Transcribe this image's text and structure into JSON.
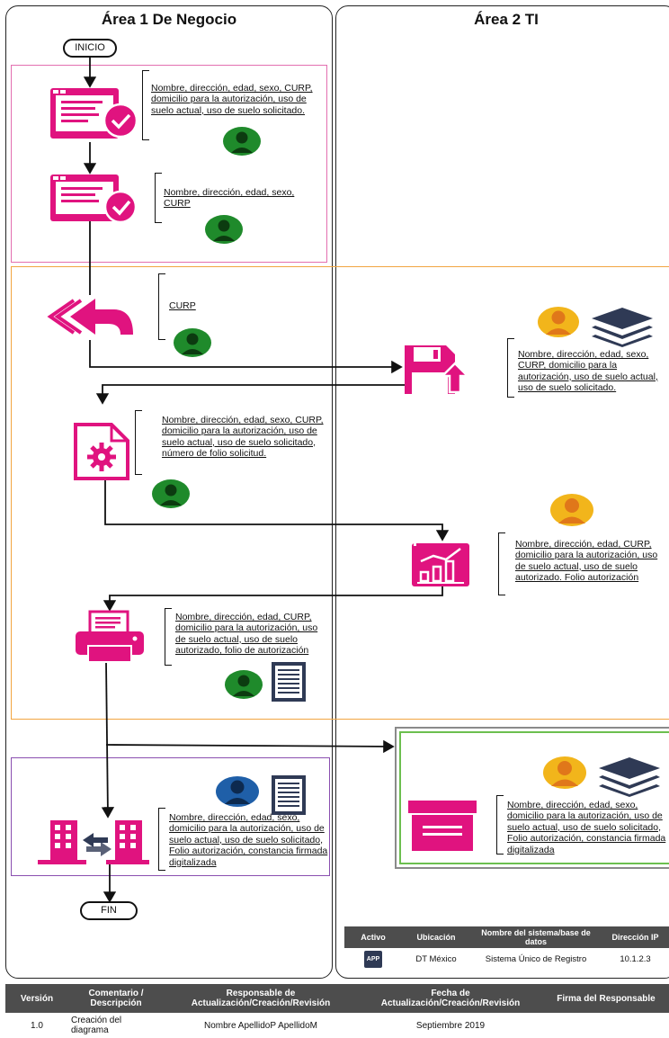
{
  "lanes": {
    "area1": "Área 1 De Negocio",
    "area2": "Área 2 TI"
  },
  "flow": {
    "start": "INICIO",
    "end": "FIN"
  },
  "notes": {
    "n1": "Nombre, dirección, edad, sexo, CURP, domicilio para la autorización, uso de suelo actual, uso de suelo solicitado.",
    "n2": "Nombre, dirección, edad, sexo, CURP",
    "n3": "CURP",
    "n4": "Nombre, dirección, edad, sexo, CURP, domicilio para la autorización, uso de suelo actual, uso de suelo solicitado.",
    "n5": "Nombre, dirección, edad, sexo, CURP, domicilio para la autorización, uso de suelo actual, uso de suelo solicitado, número de folio solicitud.",
    "n6": "Nombre, dirección, edad, CURP, domicilio para la autorización, uso de suelo actual, uso de suelo autorizado. Folio autorización",
    "n7": "Nombre, dirección, edad, CURP, domicilio para la autorización, uso de suelo actual, uso de suelo autorizado, folio de autorización",
    "n8": "Nombre, dirección, edad, sexo, domicilio para la autorización, uso de suelo actual, uso de suelo solicitado, Folio autorización, constancia firmada digitalizada",
    "n9": "Nombre, dirección, edad, sexo, domicilio para la autorización, uso de suelo actual, uso de suelo solicitado, Folio autorización, constancia firmada digitalizada"
  },
  "asset_table": {
    "headers": [
      "Activo",
      "Ubicación",
      "Nombre del sistema/base de datos",
      "Dirección IP"
    ],
    "row": {
      "icon": "APP",
      "location": "DT México",
      "system": "Sistema Único de Registro",
      "ip": "10.1.2.3"
    }
  },
  "version_table": {
    "headers": [
      "Versión",
      "Comentario / Descripción",
      "Responsable de Actualización/Creación/Revisión",
      "Fecha de Actualización/Creación/Revisión",
      "Firma del Responsable"
    ],
    "row": {
      "version": "1.0",
      "comment": "Creación del diagrama",
      "responsible": "Nombre ApellidoP ApellidoM",
      "date": "Septiembre 2019",
      "signature": ""
    }
  },
  "colors": {
    "magenta": "#e0137f",
    "pink_border": "#e36fb0",
    "orange_border": "#f2a541",
    "purple_border": "#8a4fb0",
    "green_border": "#6cbf4f",
    "user_green": "#1f8a2b",
    "user_yellow": "#f2b51b",
    "user_blue": "#1f5fa8",
    "navy": "#2f3a55",
    "header_gray": "#4d4d4d"
  },
  "icons": [
    "form-check-icon",
    "undo-arrow-icon",
    "document-gear-icon",
    "save-upload-icon",
    "chart-dashboard-icon",
    "printer-icon",
    "buildings-exchange-icon",
    "archive-box-icon",
    "user-icon",
    "database-layers-icon",
    "document-icon",
    "app-icon"
  ]
}
